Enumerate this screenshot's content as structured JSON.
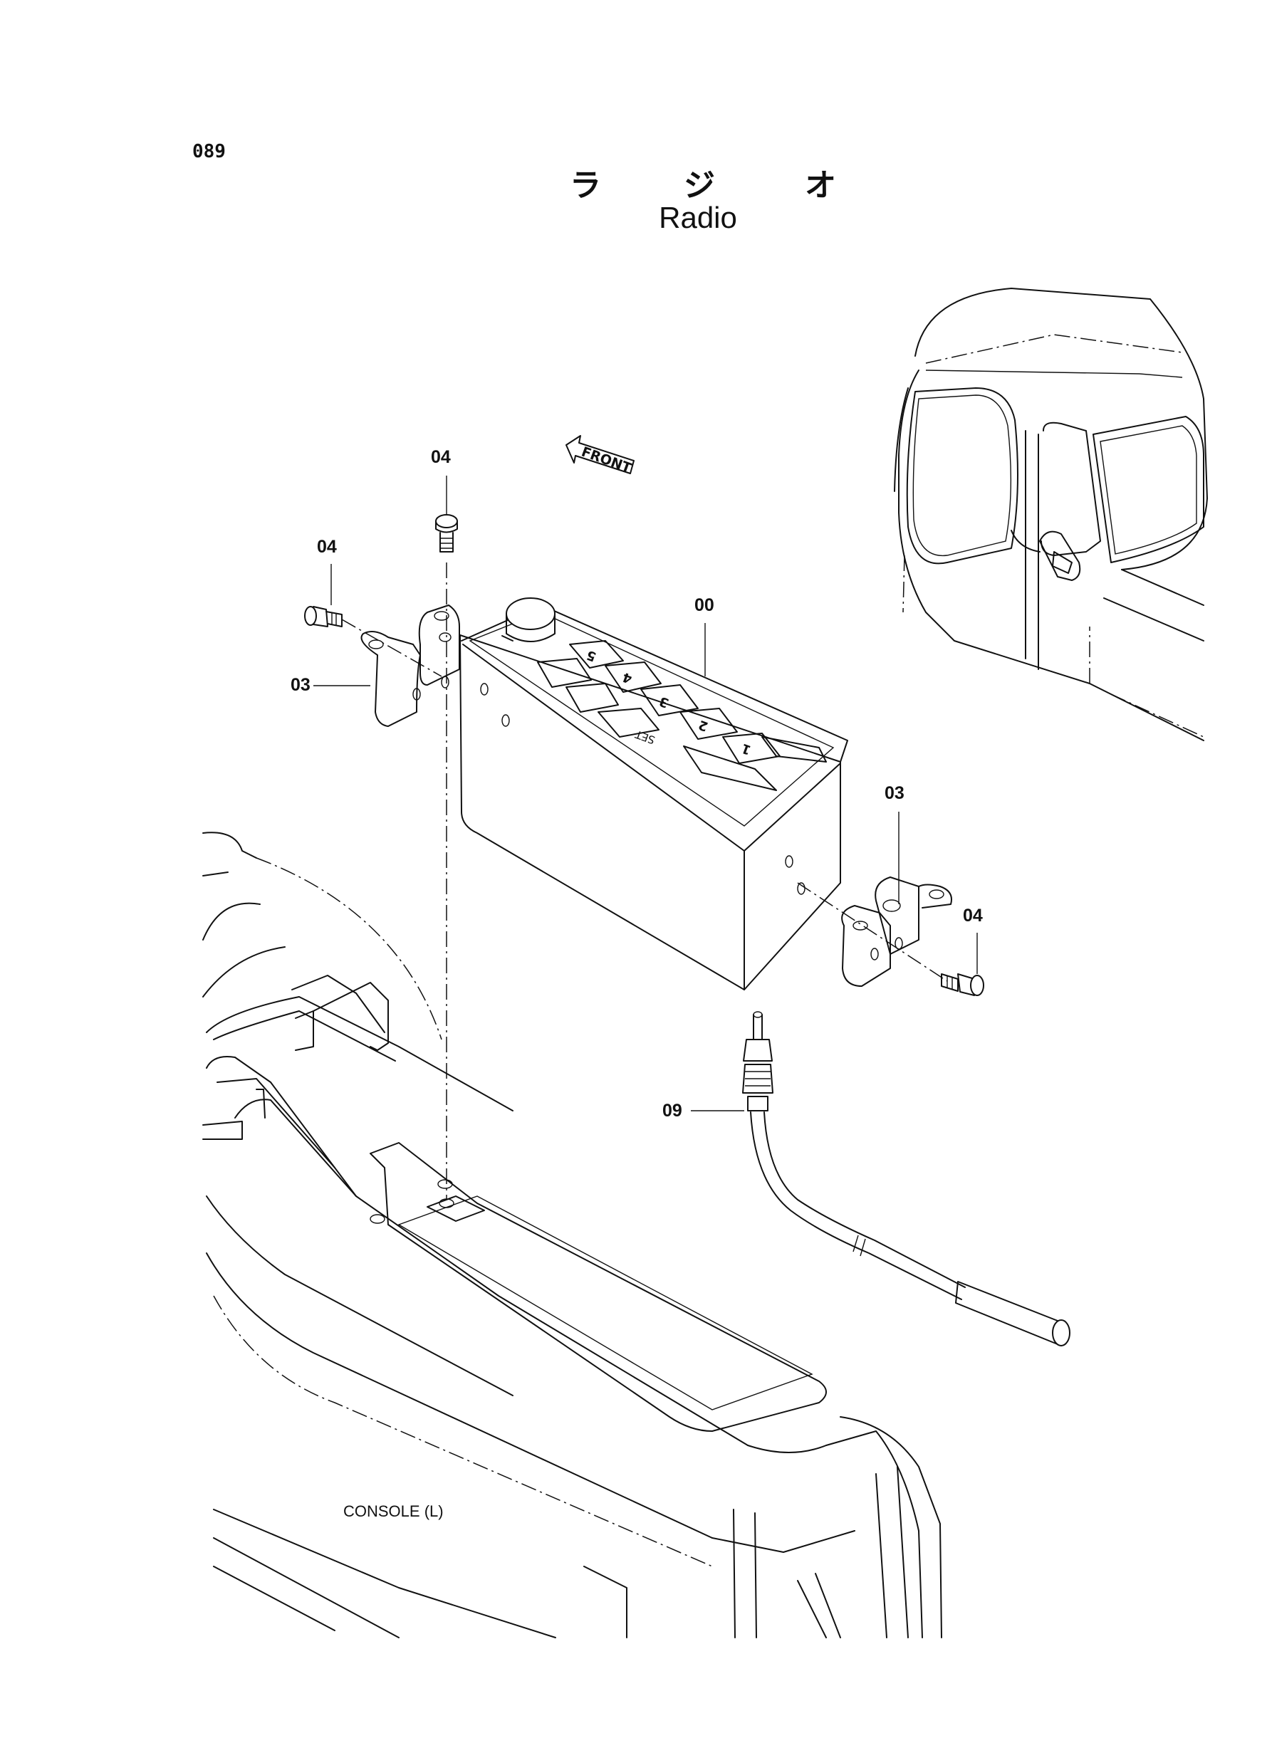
{
  "page": {
    "number": "089",
    "title_jp": [
      "ラ",
      "ジ",
      "オ"
    ],
    "title_en": "Radio"
  },
  "direction_marker": {
    "label": "FRONT"
  },
  "callouts": [
    {
      "id": "c04a",
      "label": "04"
    },
    {
      "id": "c04b",
      "label": "04"
    },
    {
      "id": "c00",
      "label": "00"
    },
    {
      "id": "c03a",
      "label": "03"
    },
    {
      "id": "c03b",
      "label": "03"
    },
    {
      "id": "c04c",
      "label": "04"
    },
    {
      "id": "c09",
      "label": "09"
    }
  ],
  "radio_buttons": [
    "5",
    "4",
    "3",
    "2",
    "1",
    "SET"
  ],
  "console": {
    "label": "CONSOLE (L)"
  },
  "colors": {
    "ink": "#111111",
    "paper": "#ffffff"
  }
}
